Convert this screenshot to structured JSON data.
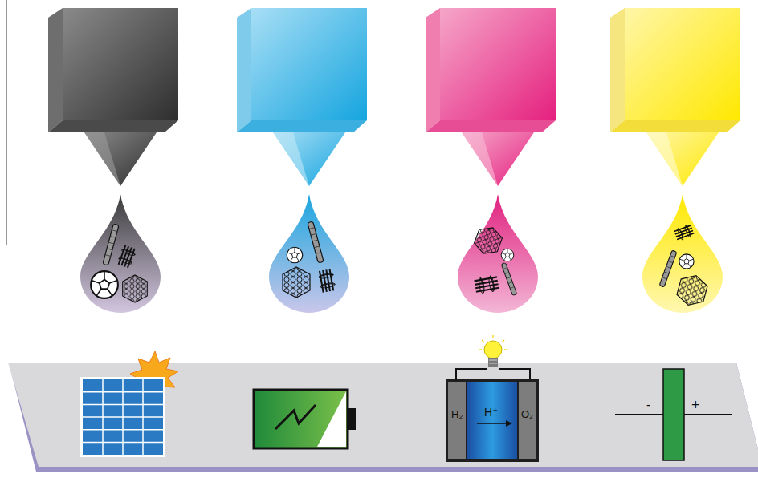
{
  "diagram": {
    "labels": [
      "H₂",
      "H⁺",
      "O₂",
      "-",
      "+"
    ]
  }
}
